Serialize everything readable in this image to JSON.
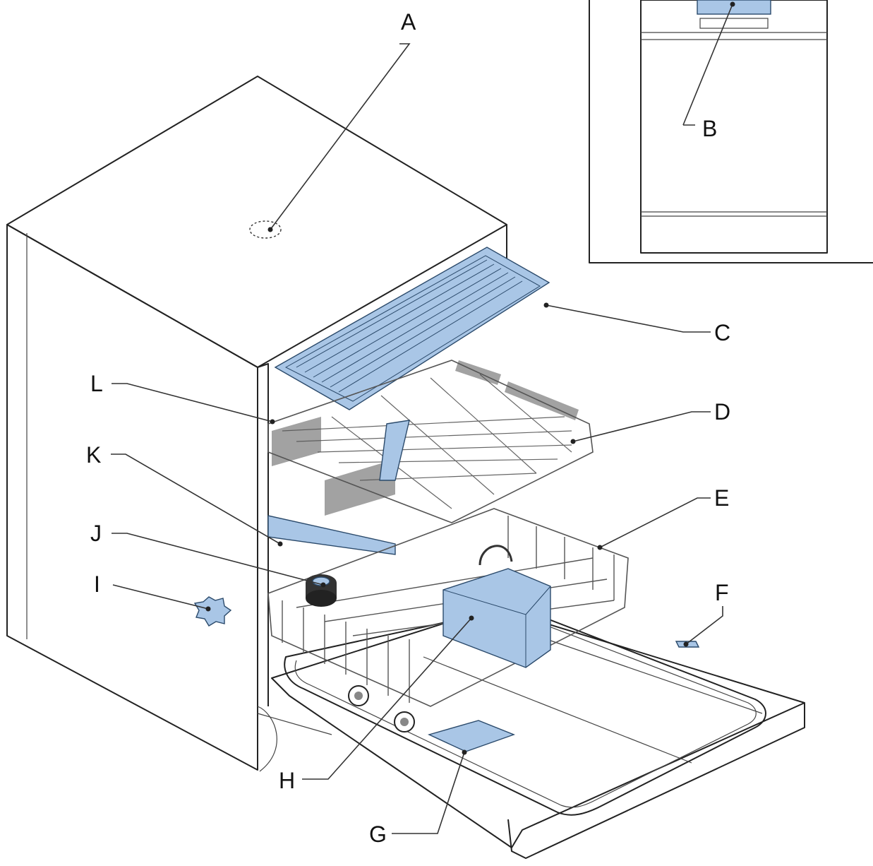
{
  "callouts": {
    "a": "A",
    "b": "B",
    "c": "C",
    "d": "D",
    "e": "E",
    "f": "F",
    "g": "G",
    "h": "H",
    "i": "I",
    "j": "J",
    "k": "K",
    "l": "L"
  },
  "colors": {
    "highlight": "#a9c6e6",
    "line": "#222222",
    "background": "#ffffff"
  }
}
